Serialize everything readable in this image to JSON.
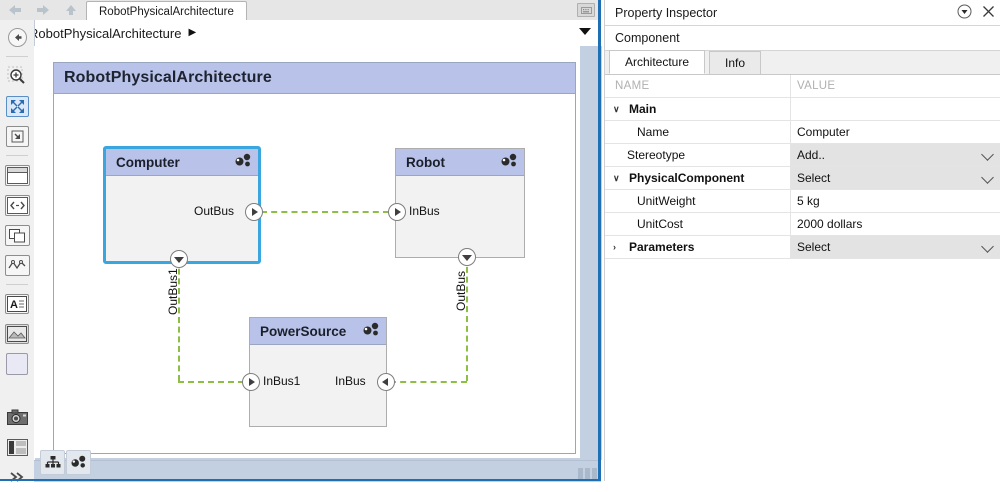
{
  "editor": {
    "tabstrip": {
      "back_icon": "back-arrow-icon",
      "forward_icon": "forward-arrow-icon",
      "up_icon": "up-arrow-icon",
      "tab_label": "RobotPhysicalArchitecture",
      "corner_icon": "keyboard-icon"
    },
    "breadcrumb": {
      "icon": "model-component-icon",
      "label": "RobotPhysicalArchitecture",
      "arrow": "▶",
      "caret_icon": "chevron-down-icon"
    },
    "toolbar_items": [
      {
        "name": "navigate-up-icon",
        "selected": false
      },
      {
        "name": "zoom-in-icon",
        "selected": false
      },
      {
        "name": "fit-to-view-icon",
        "selected": true
      },
      {
        "name": "zoom-to-region-icon",
        "selected": false
      },
      {
        "name": "layout-panel-icon",
        "selected": false
      },
      {
        "name": "expand-horizontal-icon",
        "selected": false
      },
      {
        "name": "copy-layers-icon",
        "selected": false
      },
      {
        "name": "signal-trace-icon",
        "selected": false
      },
      {
        "name": "annotation-text-icon",
        "selected": false
      },
      {
        "name": "image-annotation-icon",
        "selected": false
      },
      {
        "name": "area-box-icon",
        "selected": false
      },
      {
        "name": "camera-snapshot-icon",
        "selected": false
      },
      {
        "name": "report-layout-icon",
        "selected": false
      },
      {
        "name": "more-tools-icon",
        "selected": false
      }
    ],
    "statusbar": {
      "hierarchy_icon": "hierarchy-tree-icon",
      "component_icon": "component-stereotype-icon",
      "resize_grip": "resize-grip-icon"
    }
  },
  "diagram": {
    "title": "RobotPhysicalArchitecture",
    "header_color": "#b9c3ea",
    "selection_color": "#3aa6e0",
    "connector_color": "#8dbf44",
    "blocks": [
      {
        "id": "computer",
        "name": "Computer",
        "selected": true,
        "badge": "component-stereotype-icon",
        "ports": [
          {
            "label": "OutBus",
            "direction": "out",
            "side": "right"
          },
          {
            "label": "OutBus1",
            "direction": "out",
            "side": "bottom"
          }
        ]
      },
      {
        "id": "robot",
        "name": "Robot",
        "selected": false,
        "badge": "component-stereotype-icon",
        "ports": [
          {
            "label": "InBus",
            "direction": "in",
            "side": "left"
          },
          {
            "label": "OutBus",
            "direction": "out",
            "side": "bottom"
          }
        ]
      },
      {
        "id": "powersource",
        "name": "PowerSource",
        "selected": false,
        "badge": "component-stereotype-icon",
        "ports": [
          {
            "label": "InBus1",
            "direction": "in",
            "side": "left"
          },
          {
            "label": "InBus",
            "direction": "in",
            "side": "right"
          }
        ]
      }
    ],
    "connections": [
      {
        "from": "Computer.OutBus",
        "to": "Robot.InBus"
      },
      {
        "from": "Computer.OutBus1",
        "to": "PowerSource.InBus1"
      },
      {
        "from": "Robot.OutBus",
        "to": "PowerSource.InBus"
      }
    ]
  },
  "inspector": {
    "title": "Property Inspector",
    "dropdown_icon": "circled-chevron-down-icon",
    "close_icon": "close-icon",
    "subtitle": "Component",
    "tabs": [
      {
        "label": "Architecture",
        "active": true
      },
      {
        "label": "Info",
        "active": false
      }
    ],
    "columns": {
      "name": "NAME",
      "value": "VALUE"
    },
    "rows": [
      {
        "kind": "group",
        "twisty": "∨",
        "name": "Main",
        "value": "",
        "dropdown": false
      },
      {
        "kind": "prop",
        "indent": 2,
        "name": "Name",
        "value": "Computer",
        "dropdown": false
      },
      {
        "kind": "prop",
        "indent": 1,
        "name": "Stereotype",
        "value": "Add..",
        "dropdown": true
      },
      {
        "kind": "group",
        "twisty": "∨",
        "name": "PhysicalComponent",
        "value": "Select",
        "dropdown": true
      },
      {
        "kind": "prop",
        "indent": 2,
        "name": "UnitWeight",
        "value": "5 kg",
        "dropdown": false
      },
      {
        "kind": "prop",
        "indent": 2,
        "name": "UnitCost",
        "value": "2000 dollars",
        "dropdown": false
      },
      {
        "kind": "group",
        "twisty": "›",
        "name": "Parameters",
        "value": "Select",
        "dropdown": true
      }
    ]
  }
}
